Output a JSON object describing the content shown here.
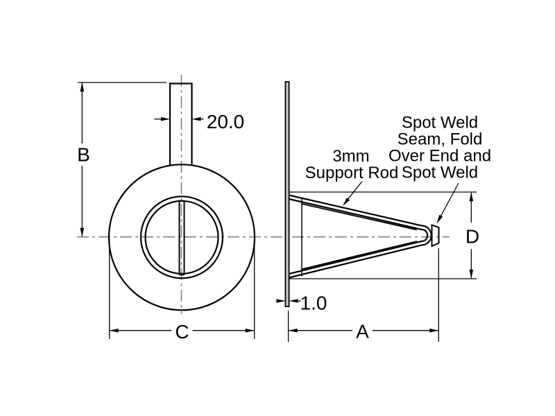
{
  "drawing": {
    "title": "cone-and-strip technical drawing",
    "labels": {
      "dim_b": "B",
      "dim_c": "C",
      "dim_a": "A",
      "dim_d": "D",
      "rod_width": "20.0",
      "strip_thickness": "1.0"
    },
    "annotations": {
      "support_rod": {
        "line1": "3mm",
        "line2": "Support Rod"
      },
      "spot_weld": {
        "line1": "Spot Weld",
        "line2": "Seam, Fold",
        "line3": "Over End and",
        "line4": "Spot Weld"
      }
    },
    "colors": {
      "line": "#000000",
      "centerline": "#7f7f7f",
      "background": "#ffffff",
      "strip_fill": "#c8c8c8"
    }
  }
}
